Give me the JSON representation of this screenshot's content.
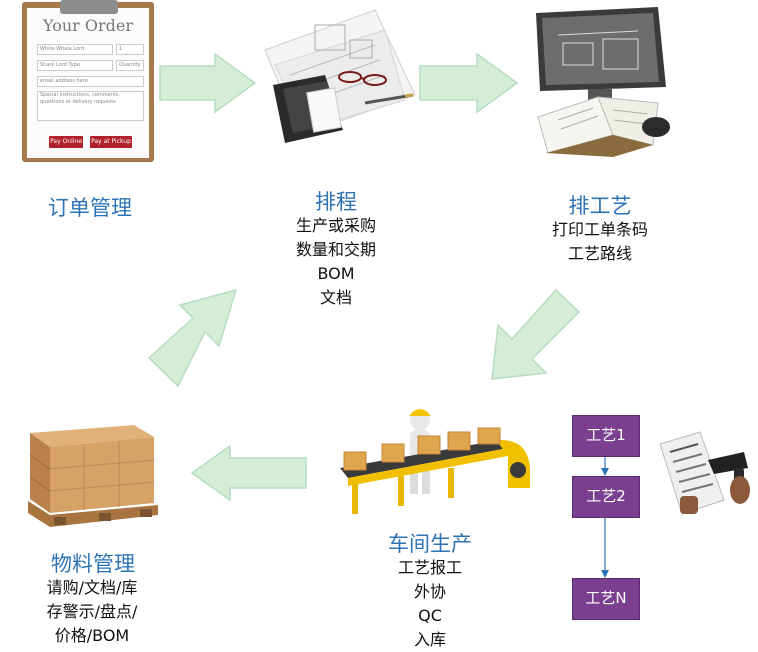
{
  "order_form": {
    "heading": "Your Order",
    "field_1": "White Whale Lord",
    "field_2": "1",
    "field_3": "Shark Lord Type",
    "field_4": "Quantity",
    "field_5": "email address here",
    "field_6": "Special instructions, comments, questions or delivery requests",
    "button_pay_online": "Pay Online",
    "button_pay_pickup": "Pay at Pickup"
  },
  "stages": {
    "order": {
      "title": "订单管理"
    },
    "schedule": {
      "title": "排程",
      "lines": [
        "生产或采购",
        "数量和交期",
        "BOM",
        "文档"
      ]
    },
    "routing": {
      "title": "排工艺",
      "lines": [
        "打印工单条码",
        "工艺路线"
      ]
    },
    "workshop": {
      "title": "车间生产",
      "lines": [
        "工艺报工",
        "外协",
        "QC",
        "入库"
      ]
    },
    "material": {
      "title": "物料管理",
      "lines": [
        "请购/文档/库",
        "存警示/盘点/",
        "价格/BOM"
      ]
    }
  },
  "process_steps": [
    "工艺1",
    "工艺2",
    "工艺N"
  ],
  "colors": {
    "title_blue": "#2e74b5",
    "arrow_fill": "#d4edd6",
    "arrow_stroke": "#b7dcc0",
    "process_box": "#7b3f8f",
    "connector": "#2e74b5"
  }
}
